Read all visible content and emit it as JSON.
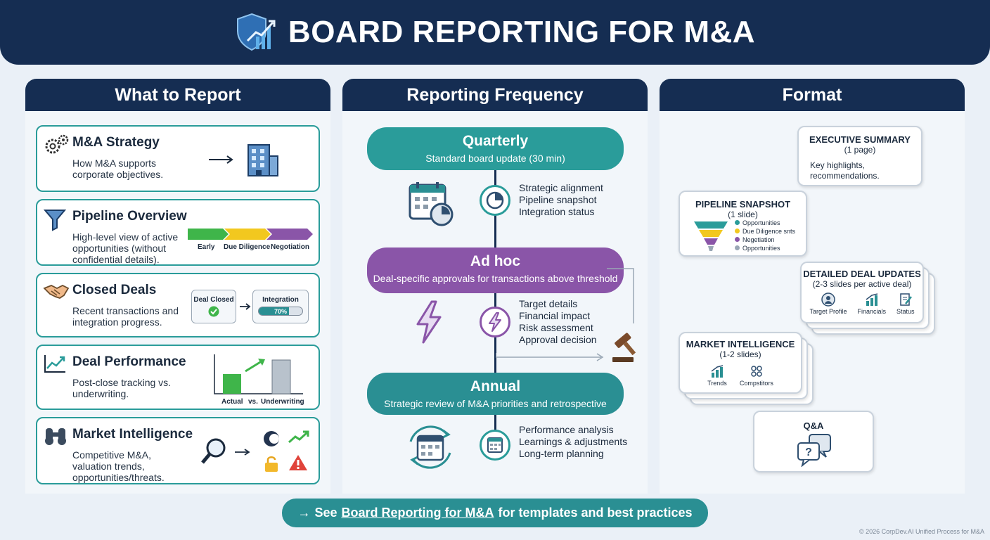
{
  "header": {
    "title": "BOARD REPORTING FOR M&A",
    "icon": "shield-chart-icon"
  },
  "what": {
    "title": "What to Report",
    "cards": [
      {
        "title": "M&A Strategy",
        "desc": "How M&A supports corporate objectives.",
        "icon": "gears-icon"
      },
      {
        "title": "Pipeline Overview",
        "desc": "High-level view of active opportunities (without confidential details).",
        "icon": "funnel-icon",
        "stages": [
          "Early",
          "Due Diligence",
          "Negotiation"
        ]
      },
      {
        "title": "Closed Deals",
        "desc": "Recent transactions and integration progress.",
        "icon": "handshake-icon",
        "closed_label": "Deal Closed",
        "integration_label": "Integration",
        "integration_progress": "70%"
      },
      {
        "title": "Deal Performance",
        "desc": "Post-close tracking vs. underwriting.",
        "icon": "trend-chart-icon",
        "legend_a": "Actual",
        "legend_vs": "vs.",
        "legend_b": "Underwriting"
      },
      {
        "title": "Market Intelligence",
        "desc": "Competitive M&A, valuation trends, opportunities/threats.",
        "icon": "binoculars-icon"
      }
    ]
  },
  "freq": {
    "title": "Reporting Frequency",
    "quarterly": {
      "title": "Quarterly",
      "sub": "Standard board update (30 min)",
      "items": [
        "Strategic alignment",
        "Pipeline snapshot",
        "Integration status"
      ]
    },
    "adhoc": {
      "title": "Ad hoc",
      "sub": "Deal-specific approvals for transactions above threshold",
      "items": [
        "Target details",
        "Financial impact",
        "Risk assessment",
        "Approval decision"
      ]
    },
    "annual": {
      "title": "Annual",
      "sub": "Strategic review of M&A priorities and retrospective",
      "items": [
        "Performance analysis",
        "Learnings & adjustments",
        "Long-term planning"
      ]
    }
  },
  "format": {
    "title": "Format",
    "exec": {
      "title": "EXECUTIVE SUMMARY",
      "sub": "(1 page)",
      "desc1": "Key highlights,",
      "desc2": "recommendations."
    },
    "pipeline": {
      "title": "PIPELINE SNAPSHOT",
      "sub": "(1 slide)",
      "legend": [
        "Opportunities",
        "Due Diligence snts",
        "Negetiation",
        "Opportunities"
      ]
    },
    "detailed": {
      "title": "DETAILED DEAL UPDATES",
      "sub": "(2-3 slides per active deal)",
      "icons": [
        "Target Profile",
        "Financials",
        "Status"
      ]
    },
    "market": {
      "title": "MARKET INTELLIGENCE",
      "sub": "(1-2 slides)",
      "icons": [
        "Trends",
        "Compstitors"
      ]
    },
    "qa": {
      "title": "Q&A"
    }
  },
  "cta": {
    "arrow": "→",
    "pre": "See",
    "link": "Board Reporting for M&A",
    "post": "for templates and best practices"
  },
  "footer": {
    "copyright": "© 2026 CorpDev.AI Unified Process for M&A"
  },
  "colors": {
    "navy": "#152d52",
    "teal": "#2a9c9a",
    "purple": "#8a55a8",
    "green": "#3fb54a",
    "yellow": "#f2c81f"
  }
}
